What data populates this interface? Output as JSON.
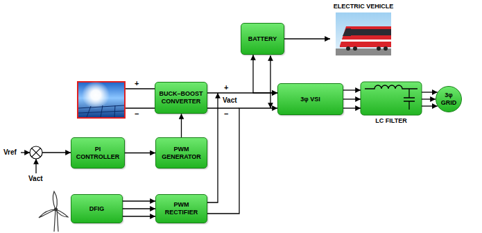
{
  "diagram": {
    "nodes": [
      {
        "text": [
          "BATTERY"
        ]
      },
      {
        "text": [
          "ELECTRIC VEHICLE"
        ]
      },
      {
        "text": [
          "BUCK–BOOST CONVERTER"
        ]
      },
      {
        "text": [
          "3φ VSI"
        ]
      },
      {
        "text": [
          "LC FILTER"
        ]
      },
      {
        "text": [
          "3φ GRID"
        ]
      },
      {
        "text": [
          "PI CONTROLLER"
        ]
      },
      {
        "text": [
          "PWM GENERATOR"
        ]
      },
      {
        "text": [
          "DFIG"
        ]
      },
      {
        "text": [
          "PWM RECTIFIER"
        ]
      }
    ],
    "edges": [
      {
        "from": 0,
        "to": 1,
        "arrow": "to"
      },
      {
        "from": 2,
        "to": 3,
        "arrow": "to"
      },
      {
        "from": 0,
        "to": 3,
        "arrow": "both"
      },
      {
        "from": 9,
        "to": 3,
        "arrow": "to"
      },
      {
        "from": 3,
        "to": 4,
        "arrow": "to"
      },
      {
        "from": 4,
        "to": 5,
        "arrow": "to"
      },
      {
        "from": 6,
        "to": 7,
        "arrow": "to"
      },
      {
        "from": 7,
        "to": 2,
        "arrow": "to"
      },
      {
        "from": 8,
        "to": 9,
        "arrow": "to"
      }
    ],
    "labels": [
      "+",
      "−",
      "+",
      "Vact",
      "−",
      "Vref",
      "Vact"
    ]
  }
}
